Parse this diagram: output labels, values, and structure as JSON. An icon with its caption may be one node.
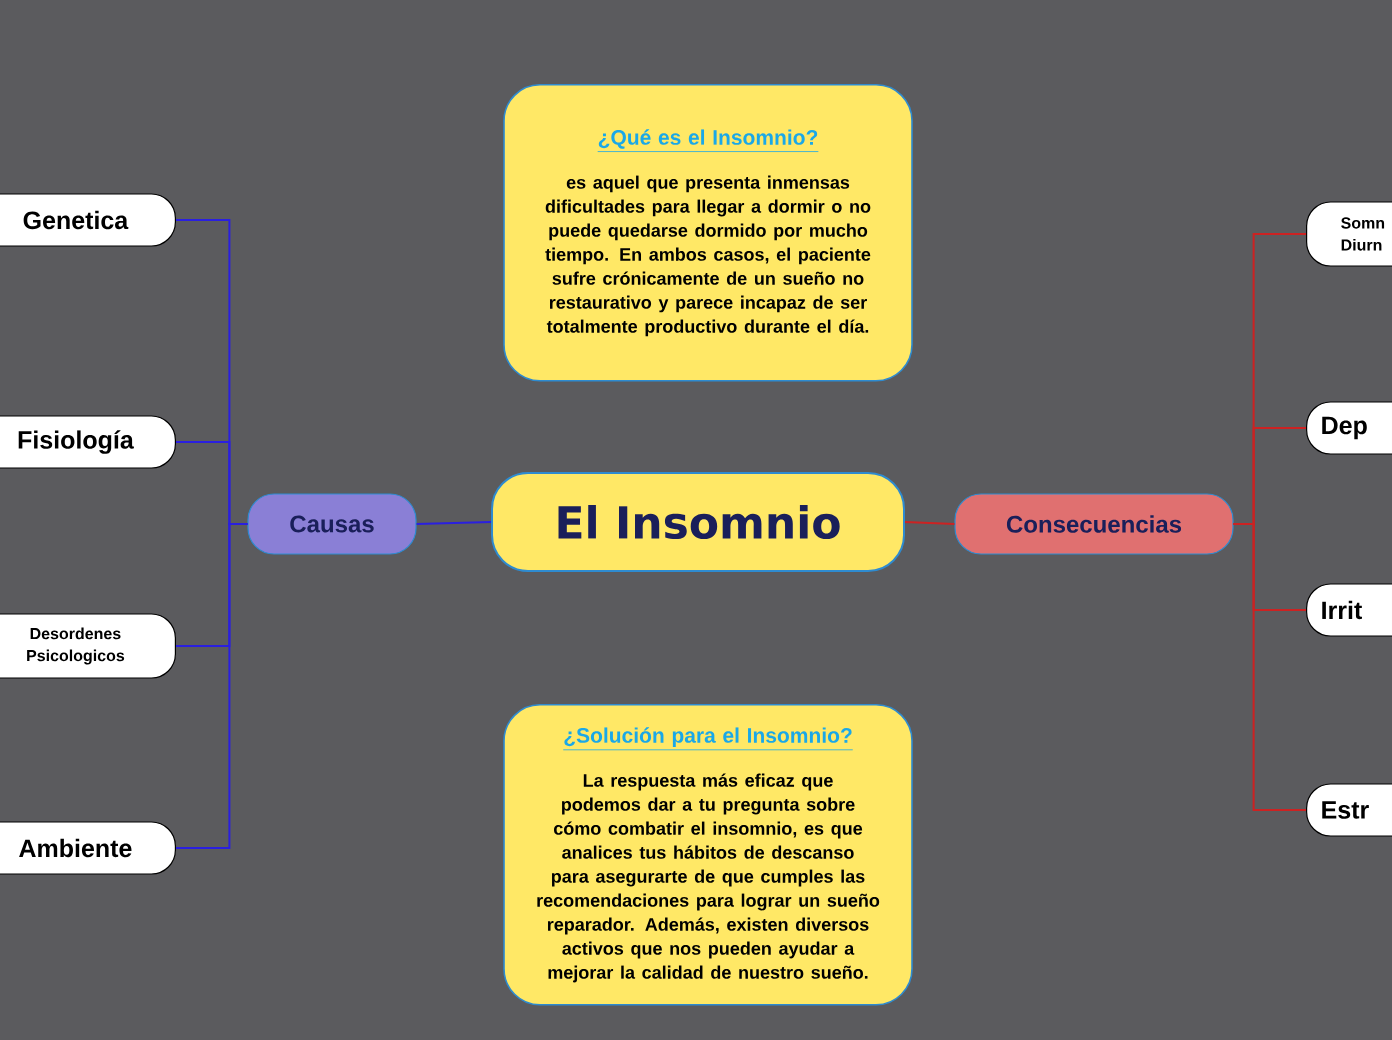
{
  "diagram": {
    "nodes": [
      {
        "text": [
          "El Insomnio"
        ]
      },
      {
        "text": [
          "¿Qué es el Insomnio?",
          "es aquel que presenta inmensas dificultades para llegar a dormir o no puede quedarse dormido por mucho tiempo.  En ambos casos, el paciente sufre crónicamente de un sueño no restaurativo y parece incapaz de ser totalmente productivo durante el día."
        ]
      },
      {
        "text": [
          "¿Solución para el Insomnio?",
          "La respuesta más eficaz que podemos dar a tu pregunta sobre cómo combatir el insomnio, es que analices tus hábitos de descanso para asegurarte de que cumples las recomendaciones para lograr un sueño reparador.  Además, existen diversos activos que nos pueden ayudar a mejorar la calidad de nuestro sueño."
        ]
      },
      {
        "text": [
          "Causas"
        ]
      },
      {
        "text": [
          "Consecuencias"
        ]
      },
      {
        "text": [
          "Genetica"
        ]
      },
      {
        "text": [
          "Fisiología"
        ]
      },
      {
        "text": [
          "Desordenes Psicologicos"
        ]
      },
      {
        "text": [
          "Ambiente"
        ]
      },
      {
        "text": [
          "Somn Diurn"
        ]
      },
      {
        "text": [
          "Dep"
        ]
      },
      {
        "text": [
          "Irrit"
        ]
      },
      {
        "text": [
          "Estr"
        ]
      }
    ],
    "edges": [
      {
        "from": 0,
        "to": 3,
        "arrow": "none",
        "color": "#2a1fe0"
      },
      {
        "from": 3,
        "to": 5,
        "arrow": "none",
        "color": "#2a1fe0"
      },
      {
        "from": 3,
        "to": 6,
        "arrow": "none",
        "color": "#2a1fe0"
      },
      {
        "from": 3,
        "to": 7,
        "arrow": "none",
        "color": "#2a1fe0"
      },
      {
        "from": 3,
        "to": 8,
        "arrow": "none",
        "color": "#2a1fe0"
      },
      {
        "from": 0,
        "to": 4,
        "arrow": "none",
        "color": "#cc2222"
      },
      {
        "from": 4,
        "to": 9,
        "arrow": "none",
        "color": "#cc2222"
      },
      {
        "from": 4,
        "to": 10,
        "arrow": "none",
        "color": "#cc2222"
      },
      {
        "from": 4,
        "to": 11,
        "arrow": "none",
        "color": "#cc2222"
      },
      {
        "from": 4,
        "to": 12,
        "arrow": "none",
        "color": "#cc2222"
      }
    ]
  }
}
